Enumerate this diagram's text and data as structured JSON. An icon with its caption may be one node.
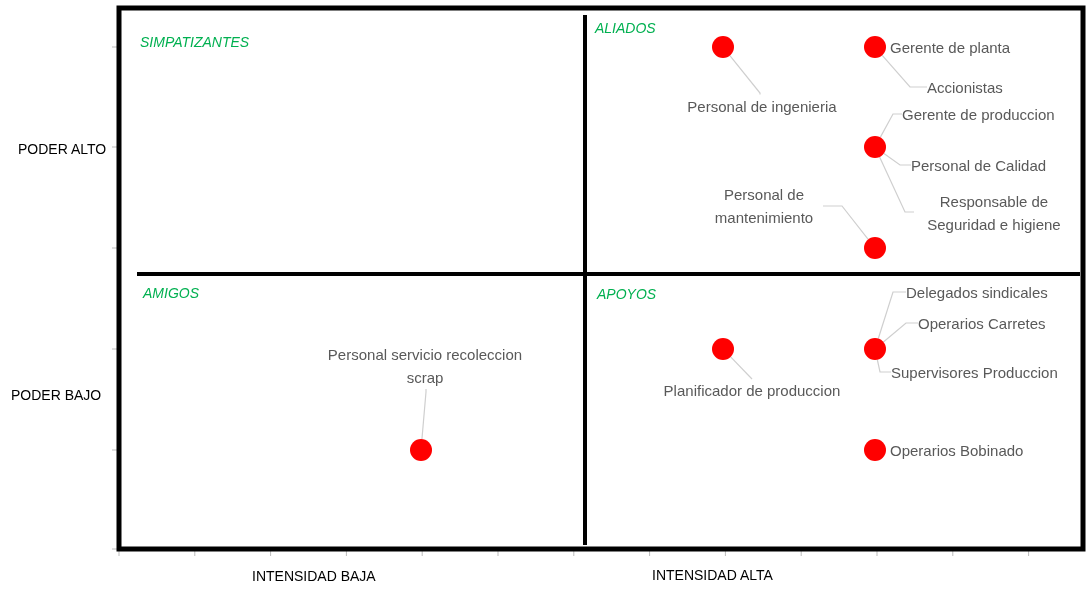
{
  "diagram": {
    "nodes": [
      {
        "text": [
          "Personal de ingenieria"
        ]
      },
      {
        "text": [
          "Accionistas"
        ]
      },
      {
        "text": [
          "Gerente de produccion"
        ]
      },
      {
        "text": [
          "Personal de Calidad"
        ]
      },
      {
        "text": [
          "Responsable de Seguridad e higiene"
        ]
      },
      {
        "text": [
          "Personal de mantenimiento"
        ]
      },
      {
        "text": [
          "Delegados sindicales"
        ]
      },
      {
        "text": [
          "Operarios Carretes"
        ]
      },
      {
        "text": [
          "Supervisores Produccion"
        ]
      },
      {
        "text": [
          "Planificador de produccion"
        ]
      },
      {
        "text": [
          "Personal servicio recoleccion scrap"
        ]
      },
      {
        "text": [],
        "shape": "circle"
      },
      {
        "text": [],
        "shape": "circle",
        "beside": [
          "Gerente de planta"
        ]
      },
      {
        "text": [],
        "shape": "circle"
      },
      {
        "text": [],
        "shape": "circle"
      },
      {
        "text": [],
        "shape": "circle"
      },
      {
        "text": [],
        "shape": "circle"
      },
      {
        "text": [],
        "shape": "circle",
        "beside": [
          "Operarios Bobinado"
        ]
      },
      {
        "text": [],
        "shape": "circle"
      }
    ],
    "edges": [
      {
        "from": 0,
        "to": 11,
        "arrow": "none"
      },
      {
        "from": 1,
        "to": 12,
        "arrow": "none"
      },
      {
        "from": 2,
        "to": 13,
        "arrow": "none"
      },
      {
        "from": 3,
        "to": 13,
        "arrow": "none"
      },
      {
        "from": 4,
        "to": 13,
        "arrow": "none"
      },
      {
        "from": 5,
        "to": 14,
        "arrow": "none"
      },
      {
        "from": 6,
        "to": 16,
        "arrow": "none"
      },
      {
        "from": 7,
        "to": 16,
        "arrow": "none"
      },
      {
        "from": 8,
        "to": 16,
        "arrow": "none"
      },
      {
        "from": 9,
        "to": 15,
        "arrow": "none"
      },
      {
        "from": 10,
        "to": 18,
        "arrow": "none"
      }
    ],
    "labels": [
      "SIMPATIZANTES",
      "ALIADOS",
      "PODER ALTO",
      "AMIGOS",
      "APOYOS",
      "PODER BAJO",
      "INTENSIDAD BAJA",
      "INTENSIDAD ALTA"
    ]
  }
}
